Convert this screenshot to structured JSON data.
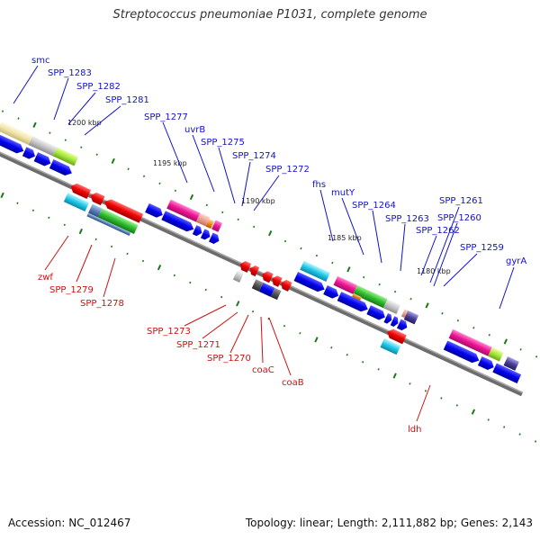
{
  "title": "Streptococcus pneumoniae P1031, complete genome",
  "footer": {
    "accession": "Accession: NC_012467",
    "summary": "Topology: linear; Length: 2,111,882 bp; Genes: 2,143"
  },
  "colors": {
    "top_label": "#1111cc",
    "bottom_label": "#cc1111",
    "backbone": "#777777",
    "cds_forward": "#0000ee",
    "cds_reverse": "#ee0000",
    "tick": "#1a7a1a"
  },
  "position_labels": [
    "1200 kbp",
    "1195 kbp",
    "1190 kbp",
    "1185 kbp",
    "1180 kbp"
  ],
  "top_genes": [
    "smc",
    "SPP_1283",
    "SPP_1282",
    "SPP_1281",
    "SPP_1277",
    "uvrB",
    "SPP_1275",
    "SPP_1274",
    "SPP_1272",
    "fhs",
    "mutY",
    "SPP_1264",
    "SPP_1263",
    "SPP_1262",
    "SPP_1261",
    "SPP_1260",
    "SPP_1259",
    "gyrA"
  ],
  "bottom_genes": [
    "zwf",
    "SPP_1279",
    "SPP_1278",
    "SPP_1273",
    "SPP_1271",
    "SPP_1270",
    "coaC",
    "coaB",
    "ldh"
  ]
}
